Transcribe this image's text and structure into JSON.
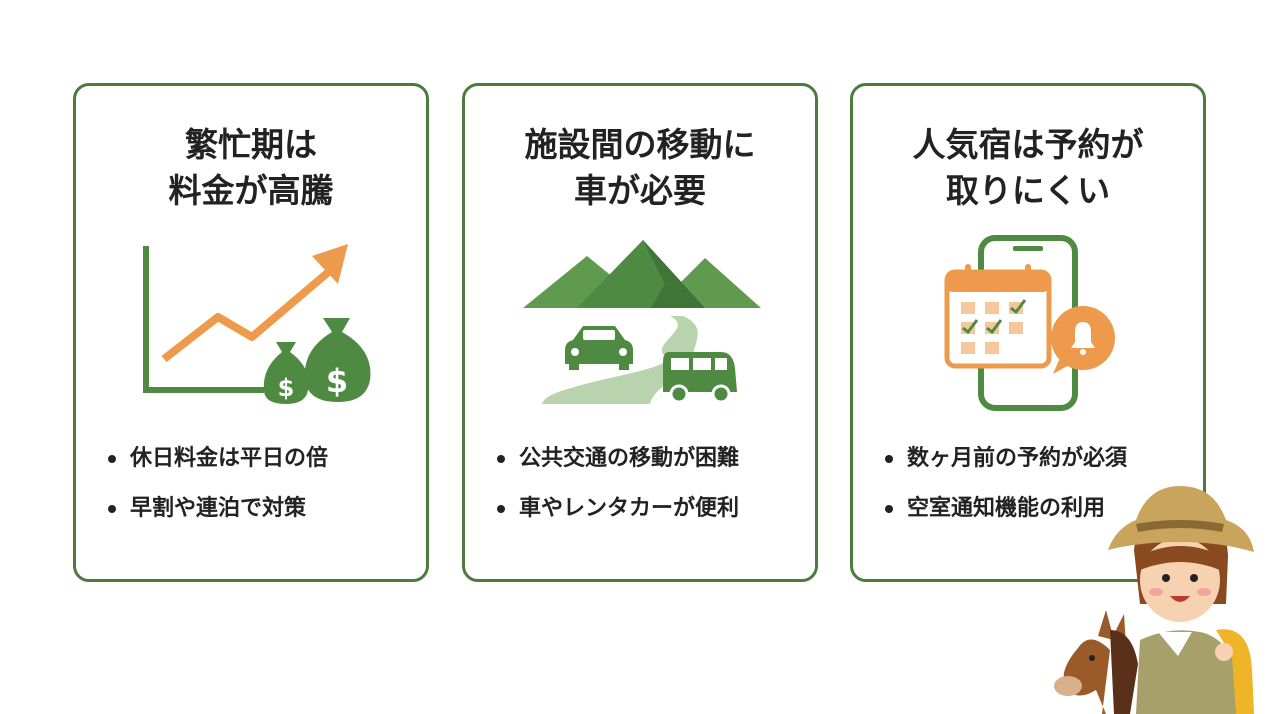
{
  "colors": {
    "border_green": "#4d7a3e",
    "icon_green": "#4f8a43",
    "accent_orange": "#ee9a4c",
    "text": "#222222"
  },
  "cards": [
    {
      "title_lines": [
        "繁忙期は",
        "料金が高騰"
      ],
      "illustration": "rising-price-chart-with-money-bags",
      "bullets": [
        "休日料金は平日の倍",
        "早割や連泊で対策"
      ]
    },
    {
      "title_lines": [
        "施設間の移動に",
        "車が必要"
      ],
      "illustration": "mountains-road-car-van",
      "bullets": [
        "公共交通の移動が困難",
        "車やレンタカーが便利"
      ]
    },
    {
      "title_lines": [
        "人気宿は予約が",
        "取りにくい"
      ],
      "illustration": "phone-calendar-bell",
      "bullets": [
        "数ヶ月前の予約が必須",
        "空室通知機能の利用"
      ]
    }
  ],
  "mascot": "girl-explorer-with-horse"
}
